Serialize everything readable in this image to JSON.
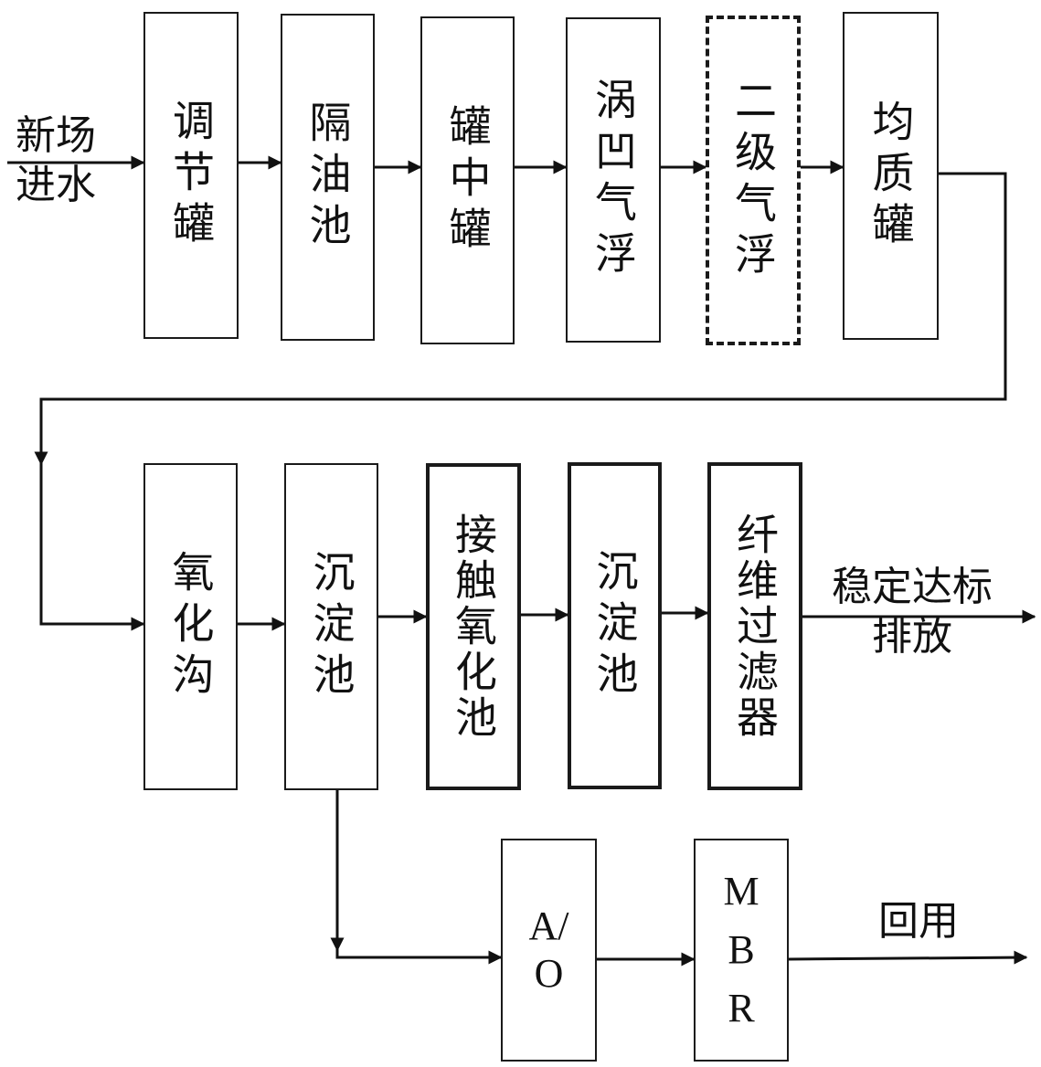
{
  "input": {
    "line1": "新场",
    "line2": "进水"
  },
  "row1": [
    {
      "key": "tiaojieguan",
      "label": "调节罐",
      "style": "solid"
    },
    {
      "key": "geyouchi",
      "label": "隔油池",
      "style": "solid"
    },
    {
      "key": "guanzhongguan",
      "label": "罐中罐",
      "style": "solid"
    },
    {
      "key": "woaoqifu",
      "label": "涡凹气浮",
      "style": "solid"
    },
    {
      "key": "erjiqifu",
      "label": "二级气浮",
      "style": "dashed"
    },
    {
      "key": "junzhiguan",
      "label": "均质罐",
      "style": "solid"
    }
  ],
  "row2": [
    {
      "key": "yanghuagou",
      "label": "氧化沟",
      "style": "solid"
    },
    {
      "key": "chendianchi1",
      "label": "沉淀池",
      "style": "solid"
    },
    {
      "key": "jiechuyanghuachi",
      "label": "接触氧化池",
      "style": "bold"
    },
    {
      "key": "chendianchi2",
      "label": "沉淀池",
      "style": "bold"
    },
    {
      "key": "xianweiguolvqi",
      "label": "纤维过滤器",
      "style": "bold"
    }
  ],
  "row3": [
    {
      "key": "ao",
      "label": "A/\nO"
    },
    {
      "key": "mbr",
      "label": "M\nB\nR"
    }
  ],
  "outputs": {
    "discharge_line1": "稳定达标",
    "discharge_line2": "排放",
    "reuse": "回用"
  }
}
